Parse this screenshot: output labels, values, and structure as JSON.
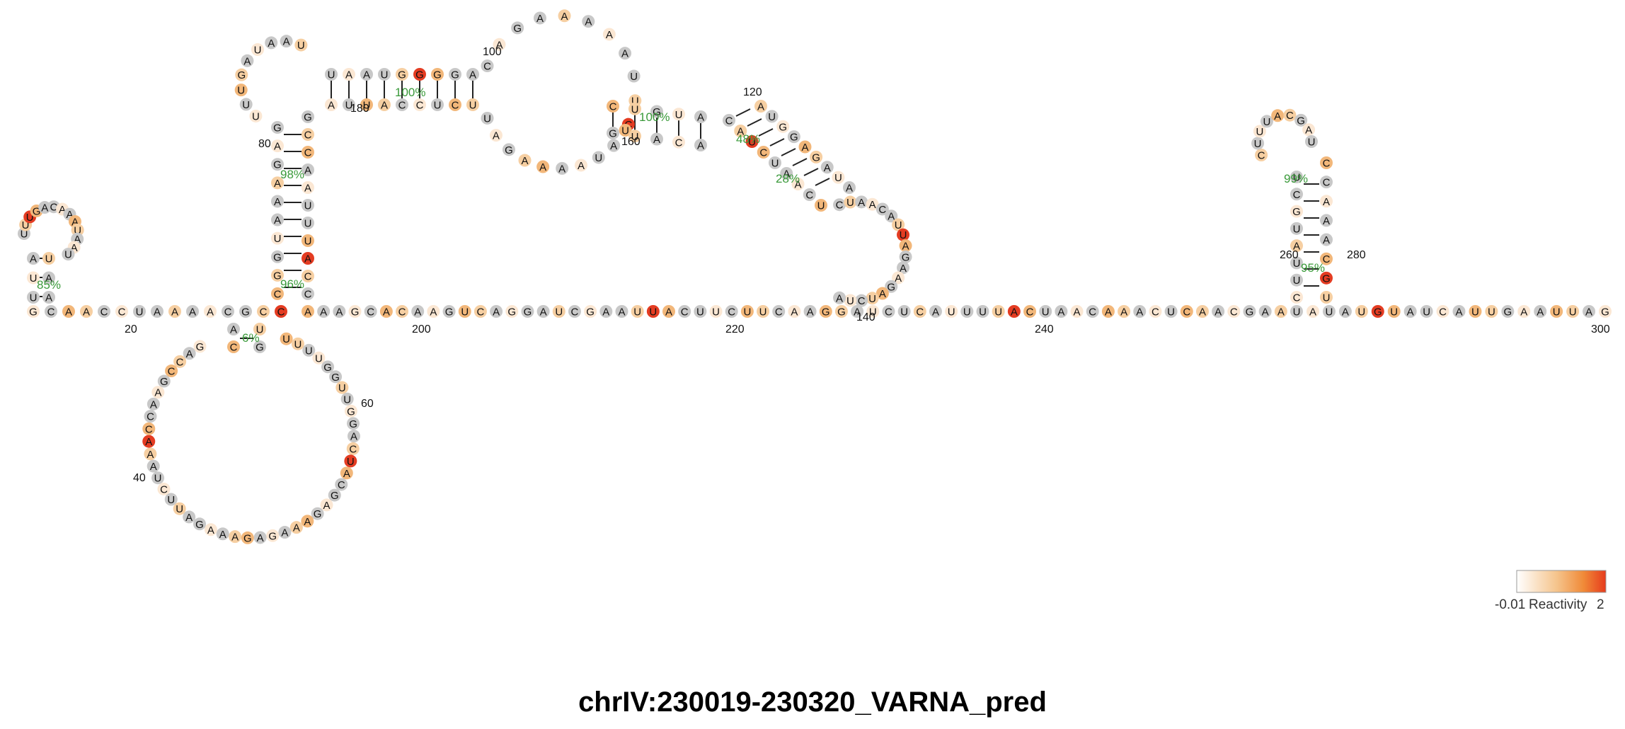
{
  "title": "chrIV:230019-230320_VARNA_pred",
  "legend": {
    "min_label": "-0.01",
    "mid_label": "Reactivity",
    "max_label": "2",
    "gradient": [
      "#ffffff",
      "#f5c48c",
      "#f08a38",
      "#e63b1c"
    ]
  },
  "colors": {
    "gray": "#c8c8c8",
    "pale": "#fbe7d3",
    "light": "#f6cfa2",
    "orange": "#f2b77a",
    "red": "#e43c22",
    "none": "#ffffff",
    "percent": "#3a9a3a"
  },
  "strands": [
    {
      "id": "baseline-left",
      "seq": "GCAACCUAAAACGCC"
    },
    {
      "id": "baseline-mid",
      "seq": "AAAGCACAAGUCAGGAUCGAAUUACUUCUUCAAGGAUCUCAUUUUACUAACAAACUCAACGAAU"
    },
    {
      "id": "baseline-right",
      "seq": "AUAUGUAUCAUUGAAUUAG"
    },
    {
      "id": "hairpin1-loop",
      "seq": "UUUGACAAAUAAU"
    },
    {
      "id": "stemA",
      "seq": "CGGUAAAGAG"
    },
    {
      "id": "stemA-right",
      "seq": "CCAUUUAACCG"
    },
    {
      "id": "loop-left",
      "seq": "UUUGAUAAU"
    },
    {
      "id": "loop-big",
      "seq": "CAGAAAAAUUC"
    },
    {
      "id": "loop-big-bottom",
      "seq": "UAUAAAAGAU"
    },
    {
      "id": "multi-loop",
      "seq": "UUUUGGUUGGACUACGAGAAAGAGAAAGAUUCUAAACCAAGCCAG"
    },
    {
      "id": "hairpin3",
      "seq": "CAUCUAACUAUGGAGAUA"
    },
    {
      "id": "hairpin4",
      "seq": "CUUAUGCUUGCAAACCCUU"
    }
  ],
  "positions": [
    "20",
    "40",
    "60",
    "80",
    "100",
    "120",
    "140",
    "160",
    "180",
    "200",
    "220",
    "240",
    "260",
    "280",
    "300"
  ],
  "percentages": [
    "85%",
    "6%",
    "96%",
    "98%",
    "100%",
    "100%",
    "48%",
    "28%",
    "99%",
    "95%"
  ]
}
